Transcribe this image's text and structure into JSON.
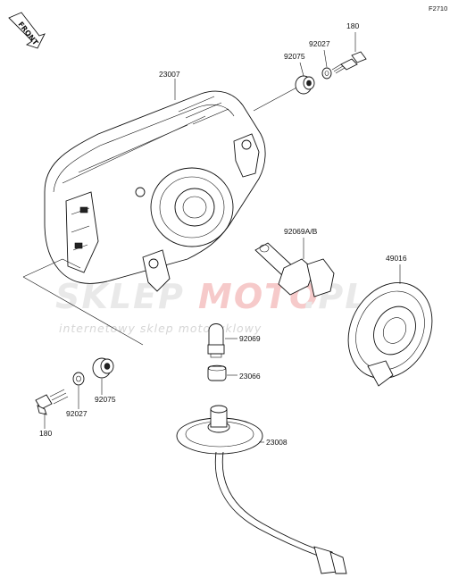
{
  "figure_code": "F2710",
  "front_marker": "FRONT",
  "watermark": {
    "brand_part1": "SKLEP",
    "brand_part2": "MOTO",
    "brand_part3": ".PL",
    "tagline": "internetowy sklep motocyklowy"
  },
  "parts": {
    "headlight_housing": "23007",
    "bolt_upper": "180",
    "collar_upper": "92027",
    "grommet_upper": "92075",
    "main_bulb": "92069A/B",
    "bulb_socket_cover": "49016",
    "pilot_bulb": "92069",
    "pilot_grommet": "23066",
    "socket_harness": "23008",
    "grommet_lower": "92075",
    "collar_lower": "92027",
    "bolt_lower": "180"
  }
}
